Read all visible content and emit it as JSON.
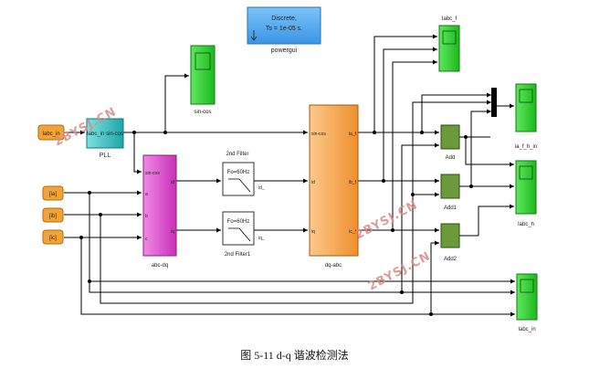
{
  "powergui": {
    "line1": "Discrete,",
    "line2": "Ts = 1e-05 s.",
    "label": "powergui"
  },
  "blocks": {
    "iabc_in_port": "Iabc_in",
    "pll_port": "Iabc_in sin-cos",
    "pll_label": "PLL",
    "scope_sincos_label": "sin-cos",
    "ia_in": "[ia]",
    "ib_in": "[ib]",
    "ic_in": "[ic]",
    "abcdq_ports": {
      "sincos": "sin-cos",
      "a": "a",
      "b": "b",
      "c": "c",
      "id": "id",
      "iq": "iq"
    },
    "abcdq_label": "abc-dq",
    "filter_title": "2nd Filter",
    "filter1_title": "2nd Filter1",
    "filter_text": "Fo=60Hz",
    "filter1_text": "Fo=60Hz",
    "id_sig": "id_",
    "iq_sig": "iq_",
    "dqabc_ports": {
      "sincos": "sin-cos",
      "id": "id",
      "iq": "iq",
      "ia": "ia_f",
      "ib": "ib_f",
      "ic": "ic_f"
    },
    "dqabc_label": "dq-abc",
    "add_label": "Add",
    "add1_label": "Add1",
    "add2_label": "Add2",
    "scope_iabc_f": "Iabc_f",
    "scope_ia_f_h_in": "ia_f_h_in",
    "scope_iabc_h": "Iabc_h",
    "scope_iabc_in": "Iabc_in"
  },
  "watermarks": [
    "2BYSJ.CN",
    "2BYSJ.CN",
    "2BYSJ.CN"
  ],
  "caption": "图 5-11 d-q 谐波检测法",
  "colors": {
    "port_orange": "#f2a33a",
    "pll_teal": "#37c3c3",
    "scope_green": "#2fd22f",
    "block_magenta": "#e04ad2",
    "block_orange": "#f6a550",
    "sum_green": "#6b9a3a",
    "powergui_blue": "#4aa6f0"
  }
}
